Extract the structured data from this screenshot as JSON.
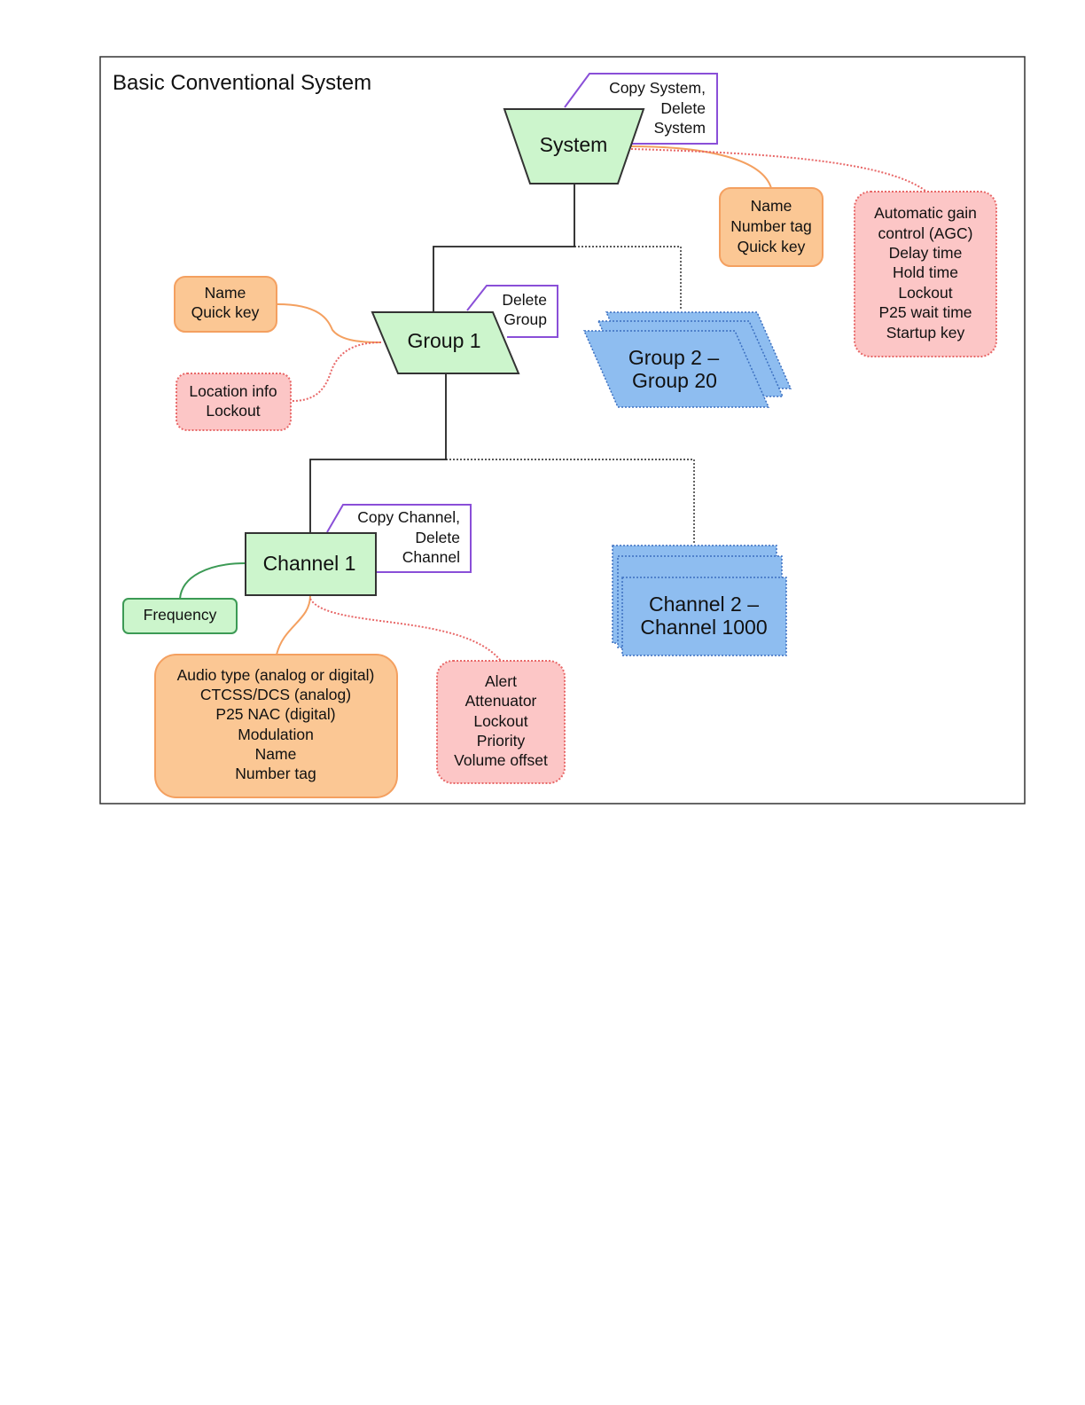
{
  "diagram": {
    "title": "Basic Conventional System",
    "colors": {
      "node_fill": "#ccf5cc",
      "orange_fill": "#fbc794",
      "orange_stroke": "#f4a060",
      "pink_fill": "#fcc6c6",
      "pink_stroke": "#e86868",
      "blue_fill": "#8ebdf0",
      "blue_stroke": "#3b6fc0",
      "purple_stroke": "#8a4fd8",
      "green_stroke": "#3c9a55"
    },
    "system": {
      "label": "System",
      "menu": [
        "Copy System,",
        "Delete",
        "System"
      ],
      "attributes": [
        "Name",
        "Number tag",
        "Quick key"
      ],
      "advanced": [
        "Automatic gain",
        "control (AGC)",
        "Delay time",
        "Hold time",
        "Lockout",
        "P25 wait time",
        "Startup key"
      ]
    },
    "group": {
      "label": "Group 1",
      "menu": [
        "Delete",
        "Group"
      ],
      "attributes": [
        "Name",
        "Quick key"
      ],
      "advanced": [
        "Location info",
        "Lockout"
      ],
      "more": [
        "Group 2 –",
        "Group 20"
      ]
    },
    "channel": {
      "label": "Channel 1",
      "menu": [
        "Copy Channel,",
        "Delete",
        "Channel"
      ],
      "frequency": "Frequency",
      "attributes": [
        "Audio type (analog or digital)",
        "CTCSS/DCS (analog)",
        "P25 NAC (digital)",
        "Modulation",
        "Name",
        "Number tag"
      ],
      "advanced": [
        "Alert",
        "Attenuator",
        "Lockout",
        "Priority",
        "Volume offset"
      ],
      "more": [
        "Channel 2 –",
        "Channel 1000"
      ]
    }
  }
}
